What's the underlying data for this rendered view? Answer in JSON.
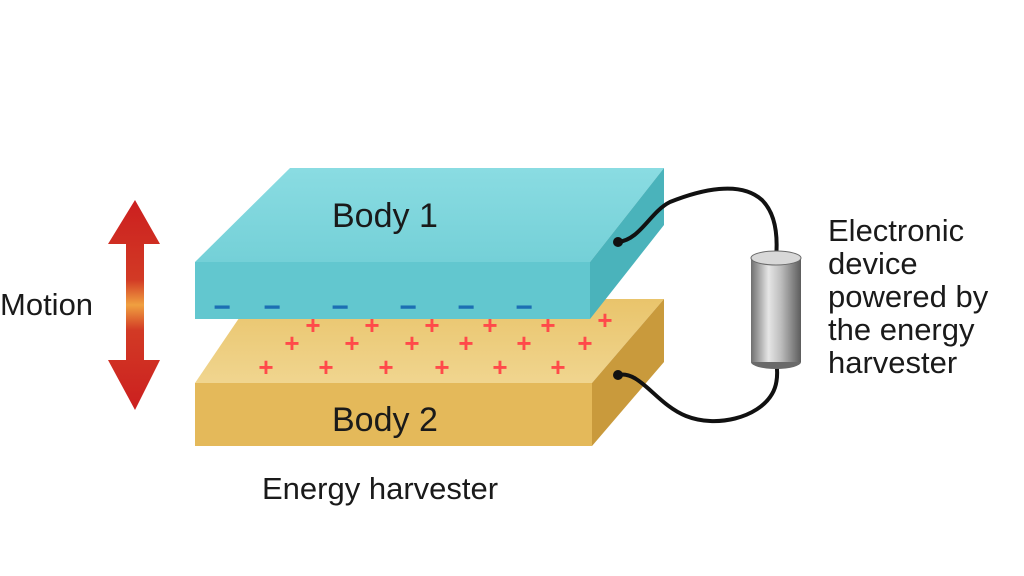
{
  "diagram": {
    "body1_label": "Body 1",
    "body2_label": "Body 2",
    "motion_label": "Motion",
    "harvester_label": "Energy harvester",
    "device_label_lines": [
      "Electronic",
      "device",
      "powered by",
      "the energy",
      "harvester"
    ],
    "negative_charge_symbol": "−",
    "positive_charge_symbol": "+",
    "colors": {
      "body1_top": "#7fd6dc",
      "body1_front": "#62c7cf",
      "body1_side": "#4ab3bb",
      "body2_top": "#e7c46e",
      "body2_front": "#e4b95a",
      "body2_side": "#c99a3c",
      "negative_charge": "#1c6fb3",
      "positive_charge": "#ff4a4a",
      "arrow": "#cc1f1f",
      "arrow_center": "#f0a040",
      "wire": "#111111",
      "device": "#9a9a9a"
    }
  }
}
